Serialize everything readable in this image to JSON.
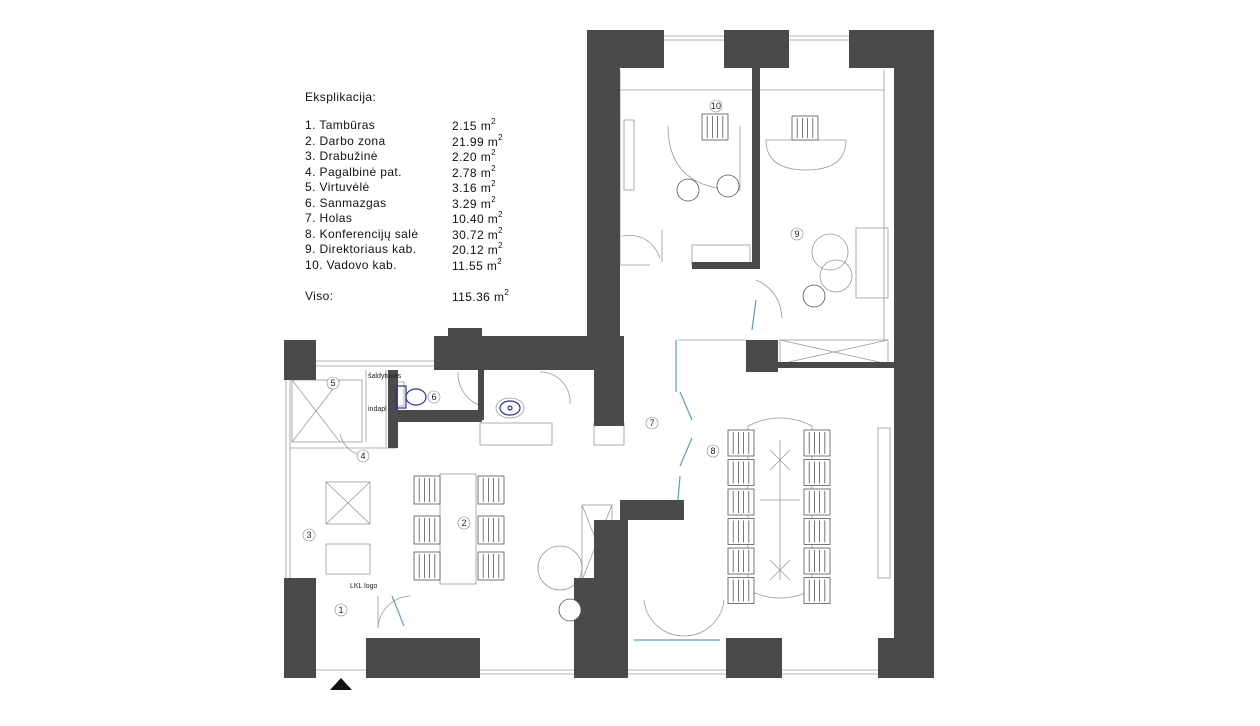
{
  "legend": {
    "title": "Eksplikacija:",
    "rooms": [
      {
        "name": "1. Tambūras",
        "area": "2.15"
      },
      {
        "name": "2. Darbo zona",
        "area": "21.99"
      },
      {
        "name": "3. Drabužinė",
        "area": "2.20"
      },
      {
        "name": "4. Pagalbinė pat.",
        "area": "2.78"
      },
      {
        "name": "5. Virtuvėlė",
        "area": "3.16"
      },
      {
        "name": "6. Sanmazgas",
        "area": "3.29"
      },
      {
        "name": "7. Holas",
        "area": "10.40"
      },
      {
        "name": "8. Konferencijų salė",
        "area": "30.72"
      },
      {
        "name": "9. Direktoriaus kab.",
        "area": "20.12"
      },
      {
        "name": "10. Vadovo kab.",
        "area": "11.55"
      }
    ],
    "total_label": "Viso:",
    "total_area": "115.36",
    "unit": "m",
    "unit_sup": "2"
  },
  "room_numbers": [
    "1",
    "2",
    "3",
    "4",
    "5",
    "6",
    "7",
    "8",
    "9",
    "10"
  ],
  "annotations": {
    "logo": "LKL logo",
    "fridge": "šaldytuvas",
    "dish": "indapl"
  },
  "colors": {
    "wall": "#4a4a4a",
    "line": "#8a8a8a",
    "glass": "#5aa0b0",
    "toilet": "#2a2fa8"
  }
}
